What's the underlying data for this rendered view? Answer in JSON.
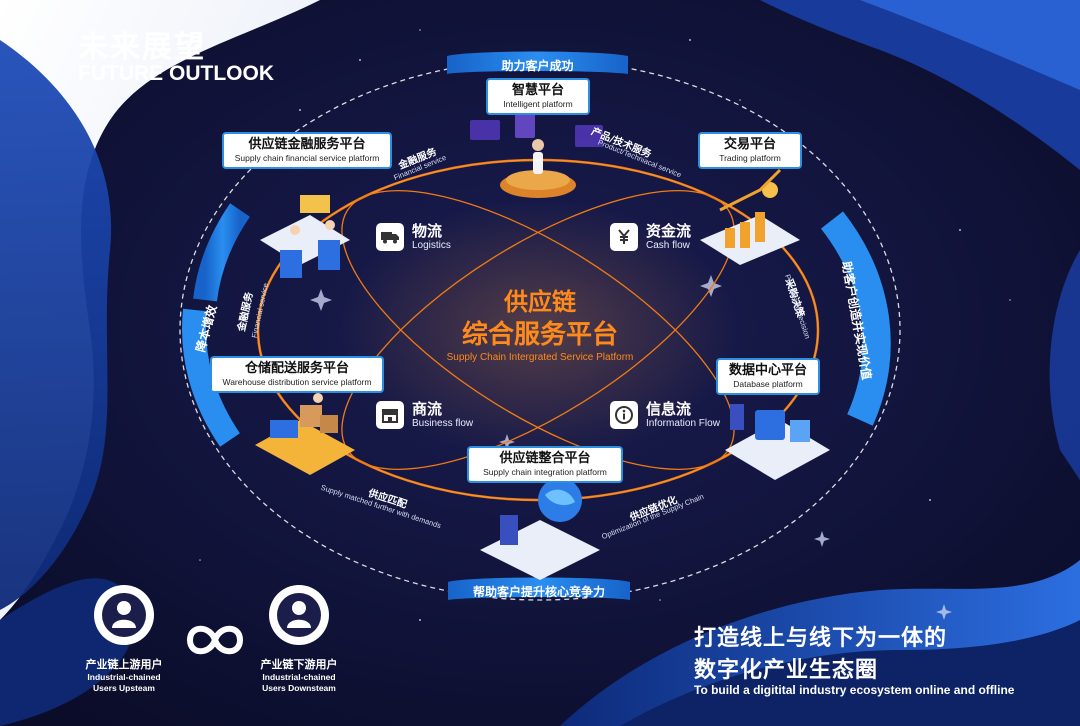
{
  "header": {
    "title_cn": "未来展望",
    "title_en": "FUTURE OUTLOOK"
  },
  "center": {
    "line1": "供应链",
    "line2": "综合服务平台",
    "en": "Supply Chain Intergrated Service Platform"
  },
  "banners": {
    "top": "助力客户成功",
    "bottom": "帮助客户提升核心竞争力",
    "left": "降本增效",
    "right": "助客户创造并实现价值"
  },
  "platforms": [
    {
      "cn": "智慧平台",
      "en": "Intelligent platform"
    },
    {
      "cn": "交易平台",
      "en": "Trading platform"
    },
    {
      "cn": "数据中心平台",
      "en": "Database platform"
    },
    {
      "cn": "供应链整合平台",
      "en": "Supply chain integration platform"
    },
    {
      "cn": "仓储配送服务平台",
      "en": "Warehouse distribution service platform"
    },
    {
      "cn": "供应链金融服务平台",
      "en": "Supply chain financial service platform"
    }
  ],
  "flows": [
    {
      "cn": "物流",
      "en": "Logistics",
      "icon": "truck-icon"
    },
    {
      "cn": "资金流",
      "en": "Cash flow",
      "icon": "yuan-icon"
    },
    {
      "cn": "商流",
      "en": "Business flow",
      "icon": "shop-icon"
    },
    {
      "cn": "信息流",
      "en": "Information Flow",
      "icon": "info-icon"
    }
  ],
  "arc_labels": {
    "financial_top": {
      "cn": "金融服务",
      "en": "Financial service"
    },
    "product_tech": {
      "cn": "产品/技术服务",
      "en": "Product/Techniacal service"
    },
    "financial_left": {
      "cn": "金融服务",
      "en": "Financial service"
    },
    "purchasing": {
      "cn": "采购决策",
      "en": "Purchasing decision"
    },
    "supply_match": {
      "cn": "供应匹配",
      "en": "Supply matched further with demands"
    },
    "supply_opt": {
      "cn": "供应链优化",
      "en": "Optimization of the Supply Chain"
    }
  },
  "users": {
    "upstream": {
      "cn": "产业链上游用户",
      "en1": "Industrial-chained",
      "en2": "Users Upsteam"
    },
    "downstream": {
      "cn": "产业链下游用户",
      "en1": "Industrial-chained",
      "en2": "Users Downsteam"
    }
  },
  "slogan": {
    "line1": "打造线上与线下为一体的",
    "line2": "数字化产业生态圈",
    "en": "To build a digitital industry ecosystem online and offline"
  },
  "colors": {
    "bg_dark": "#0c1030",
    "accent_orange": "#f07a14",
    "banner_blue": "#1d74d6",
    "border_blue": "#2c8fe0"
  }
}
